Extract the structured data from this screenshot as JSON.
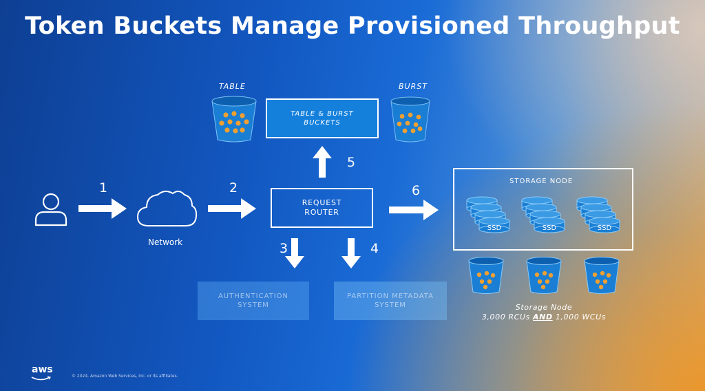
{
  "slide": {
    "title": "Token Buckets Manage Provisioned Throughput",
    "footer_logo": "aws",
    "copyright": "© 2024, Amazon Web Services, Inc. or its affiliates."
  },
  "diagram": {
    "bucket_labels": {
      "table": "TABLE",
      "burst": "BURST"
    },
    "buckets_box": {
      "line1": "TABLE & BURST",
      "line2": "BUCKETS"
    },
    "network_label": "Network",
    "router": {
      "line1": "REQUEST",
      "line2": "ROUTER"
    },
    "auth": {
      "line1": "AUTHENTICATION",
      "line2": "SYSTEM"
    },
    "partition": {
      "line1": "PARTITION METADATA",
      "line2": "SYSTEM"
    },
    "storage_node_title": "STORAGE NODE",
    "ssd_label": "SSD",
    "steps": [
      "1",
      "2",
      "3",
      "4",
      "5",
      "6"
    ],
    "storage_caption": {
      "line1": "Storage Node",
      "rcus": "3,000 RCUs",
      "and": "AND",
      "wcus": "1,000 WCUs"
    }
  },
  "colors": {
    "bucket_blue": "#1a7fd4",
    "token_orange": "#f0a030",
    "box_fill": "#1480dc",
    "faded_box": "#4a9fe6"
  }
}
